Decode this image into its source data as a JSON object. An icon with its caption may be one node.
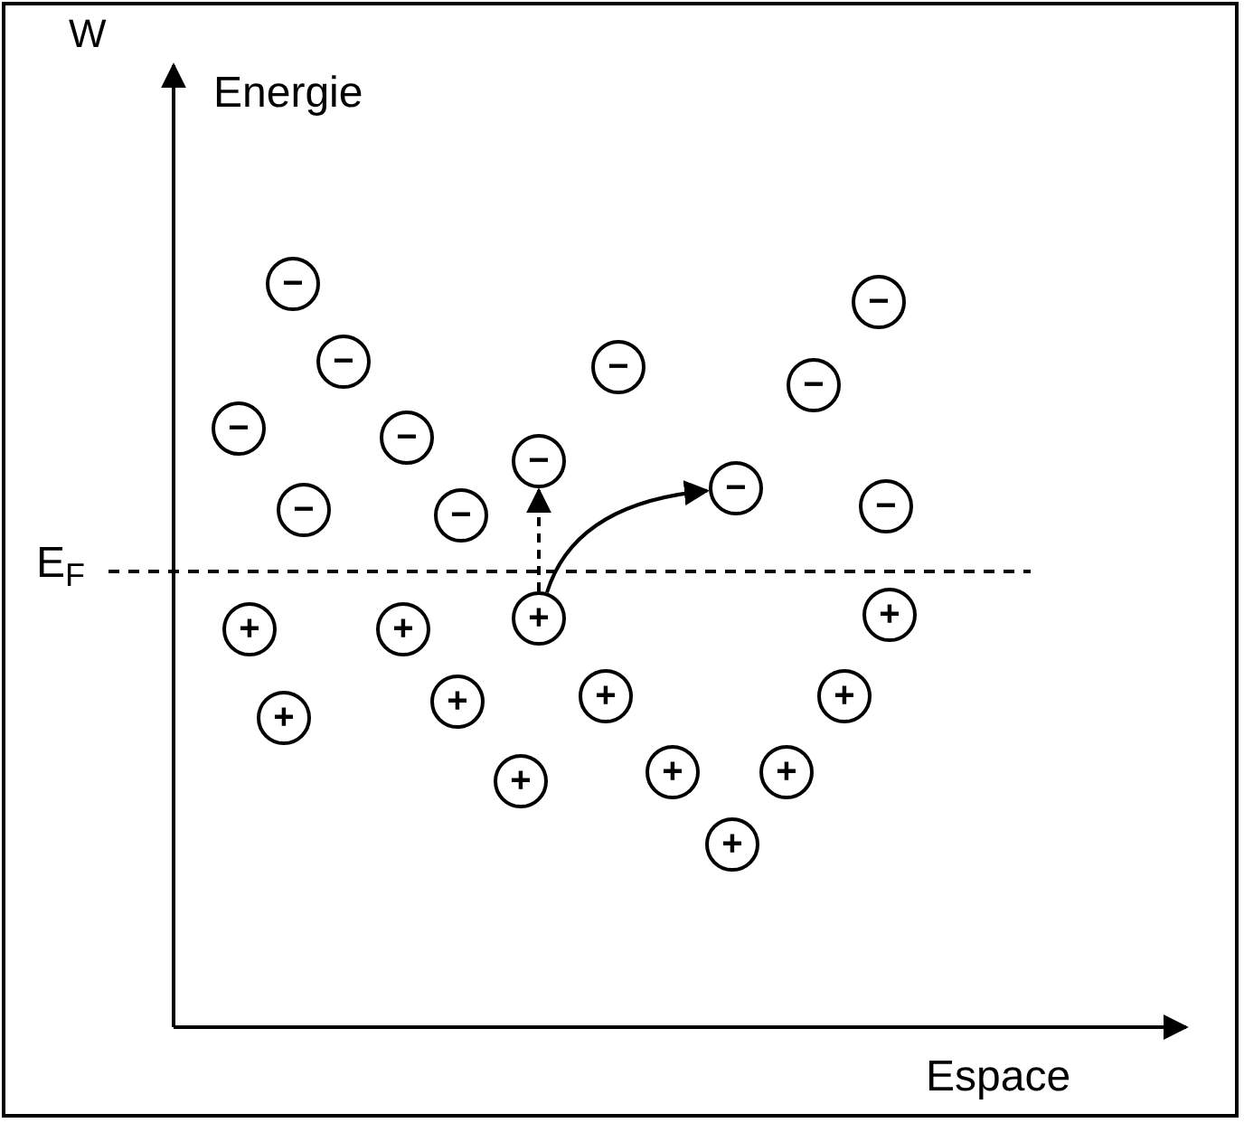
{
  "diagram": {
    "nodes": [
      {
        "text": [
          "−"
        ]
      },
      {
        "text": [
          "−"
        ]
      },
      {
        "text": [
          "−"
        ]
      },
      {
        "text": [
          "−"
        ]
      },
      {
        "text": [
          "−"
        ]
      },
      {
        "text": [
          "−"
        ]
      },
      {
        "text": [
          "−"
        ]
      },
      {
        "text": [
          "−"
        ]
      },
      {
        "text": [
          "−"
        ]
      },
      {
        "text": [
          "−"
        ]
      },
      {
        "text": [
          "−"
        ]
      },
      {
        "text": [
          "−"
        ]
      },
      {
        "text": [
          "+"
        ]
      },
      {
        "text": [
          "+"
        ]
      },
      {
        "text": [
          "+"
        ]
      },
      {
        "text": [
          "+"
        ]
      },
      {
        "text": [
          "+"
        ]
      },
      {
        "text": [
          "+"
        ]
      },
      {
        "text": [
          "+"
        ]
      },
      {
        "text": [
          "+"
        ]
      },
      {
        "text": [
          "+"
        ]
      },
      {
        "text": [
          "+"
        ]
      },
      {
        "text": [
          "+"
        ]
      },
      {
        "text": [
          "+"
        ]
      }
    ],
    "edges": [
      {
        "from": 13,
        "to": 7,
        "arrow": "to",
        "style": "dashed"
      },
      {
        "from": 13,
        "to": 8,
        "arrow": "to"
      }
    ],
    "labels": [
      "W",
      "Energie",
      "E$_{F}$",
      "Espace"
    ]
  }
}
